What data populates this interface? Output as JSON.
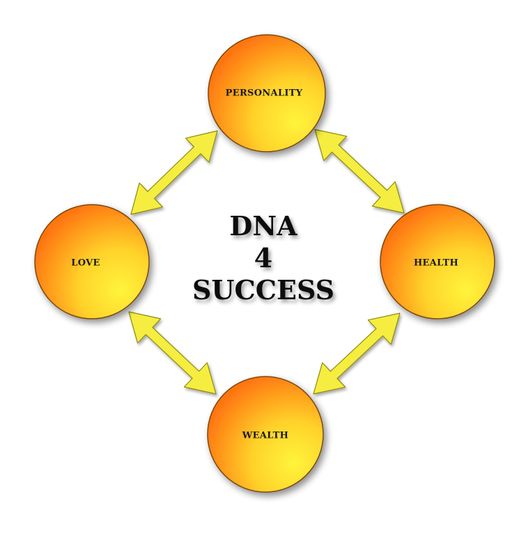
{
  "nodes": {
    "personality": {
      "label": "PERSONALITY"
    },
    "love": {
      "label": "LOVE"
    },
    "health": {
      "label": "HEALTH"
    },
    "wealth": {
      "label": "WEALTH"
    }
  },
  "center": {
    "line1": "DNA",
    "line2": "4",
    "line3": "SUCCESS"
  },
  "colors": {
    "node_outer": "#ff7a10",
    "node_inner": "#fff23a",
    "arrow_fill": "#f5ee40",
    "arrow_stroke": "#8f8a10"
  }
}
